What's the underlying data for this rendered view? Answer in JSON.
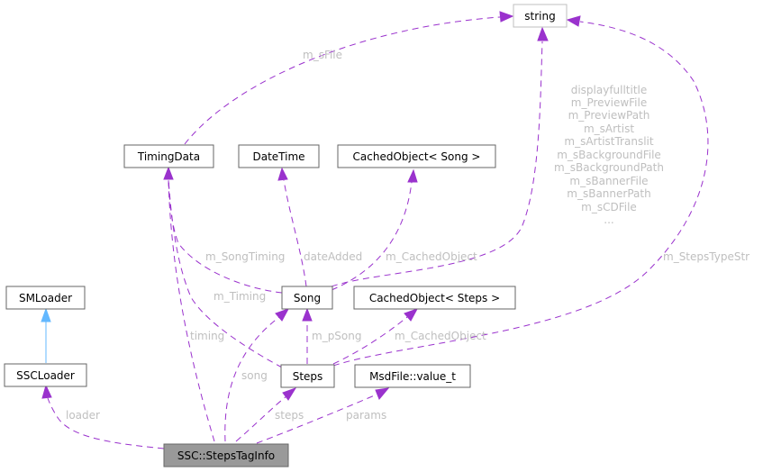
{
  "diagram": {
    "title": "SSC::StepsTagInfo collaboration graph",
    "colors": {
      "usage_edge": "#9a32cd",
      "inheritance_edge": "#63b8ff",
      "edge_label": "#bfbfbf",
      "focus_node_fill": "#999999",
      "node_border": "#666666"
    },
    "nodes": {
      "string": "string",
      "timingdata": "TimingData",
      "datetime": "DateTime",
      "cached_song": "CachedObject< Song >",
      "smloader": "SMLoader",
      "song": "Song",
      "cached_steps": "CachedObject< Steps >",
      "sscloader": "SSCLoader",
      "steps": "Steps",
      "msdvalue": "MsdFile::value_t",
      "focus": "SSC::StepsTagInfo"
    },
    "edge_labels": {
      "m_sFile": "m_sFile",
      "song_to_string": [
        "displayfulltitle",
        "m_PreviewFile",
        "m_PreviewPath",
        "m_sArtist",
        "m_sArtistTranslit",
        "m_sBackgroundFile",
        "m_sBackgroundPath",
        "m_sBannerFile",
        "m_sBannerPath",
        "m_sCDFile",
        "..."
      ],
      "m_StepsTypeStr": "m_StepsTypeStr",
      "m_SongTiming": "m_SongTiming",
      "dateAdded": "dateAdded",
      "m_CachedObject_song": "m_CachedObject",
      "m_Timing": "m_Timing",
      "timing": "timing",
      "m_pSong": "m_pSong",
      "m_CachedObject_steps": "m_CachedObject",
      "song": "song",
      "loader": "loader",
      "steps": "steps",
      "params": "params"
    }
  }
}
